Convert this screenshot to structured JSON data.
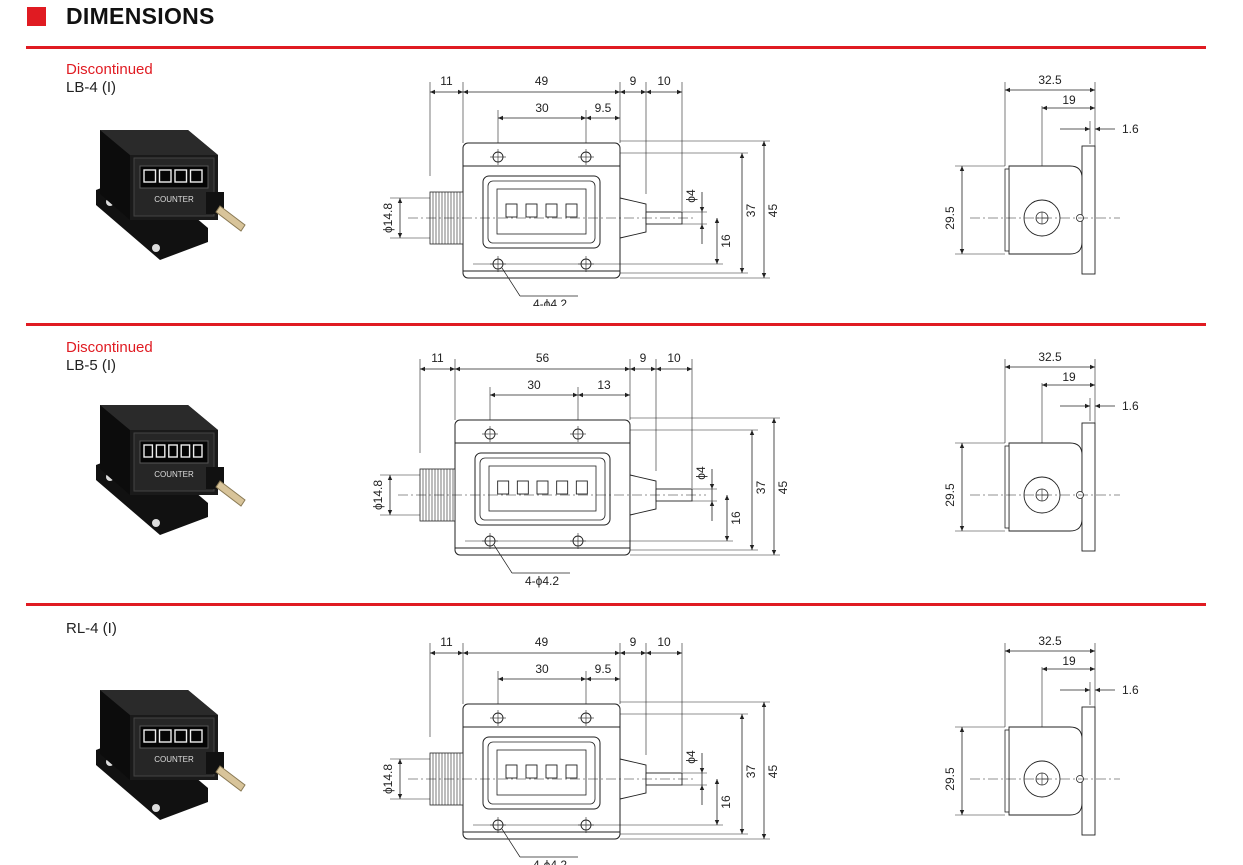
{
  "header": {
    "title": "DIMENSIONS",
    "accent_color": "#e01b22"
  },
  "products": [
    {
      "status": "Discontinued",
      "model": "LB-4 (I)",
      "front": {
        "d_knob": "11",
        "d_body": "49",
        "d_flange": "9",
        "d_shaft": "10",
        "d_holes": "30",
        "d_holes_right": "9.5",
        "d_knob_dia": "ϕ14.8",
        "d_shaft_dia": "ϕ4",
        "d_h16": "16",
        "d_h37": "37",
        "d_h45": "45",
        "d_holes_spec": "4-ϕ4.2",
        "digits": 4
      },
      "side": {
        "d_w": "32.5",
        "d_w2": "19",
        "d_t": "1.6",
        "d_h": "29.5"
      }
    },
    {
      "status": "Discontinued",
      "model": "LB-5 (I)",
      "front": {
        "d_knob": "11",
        "d_body": "56",
        "d_flange": "9",
        "d_shaft": "10",
        "d_holes": "30",
        "d_holes_right": "13",
        "d_knob_dia": "ϕ14.8",
        "d_shaft_dia": "ϕ4",
        "d_h16": "16",
        "d_h37": "37",
        "d_h45": "45",
        "d_holes_spec": "4-ϕ4.2",
        "digits": 5
      },
      "side": {
        "d_w": "32.5",
        "d_w2": "19",
        "d_t": "1.6",
        "d_h": "29.5"
      }
    },
    {
      "status": "",
      "model": "RL-4 (I)",
      "front": {
        "d_knob": "11",
        "d_body": "49",
        "d_flange": "9",
        "d_shaft": "10",
        "d_holes": "30",
        "d_holes_right": "9.5",
        "d_knob_dia": "ϕ14.8",
        "d_shaft_dia": "ϕ4",
        "d_h16": "16",
        "d_h37": "37",
        "d_h45": "45",
        "d_holes_spec": "4-ϕ4.2",
        "digits": 4
      },
      "side": {
        "d_w": "32.5",
        "d_w2": "19",
        "d_t": "1.6",
        "d_h": "29.5"
      }
    }
  ],
  "photo_label": "COUNTER"
}
